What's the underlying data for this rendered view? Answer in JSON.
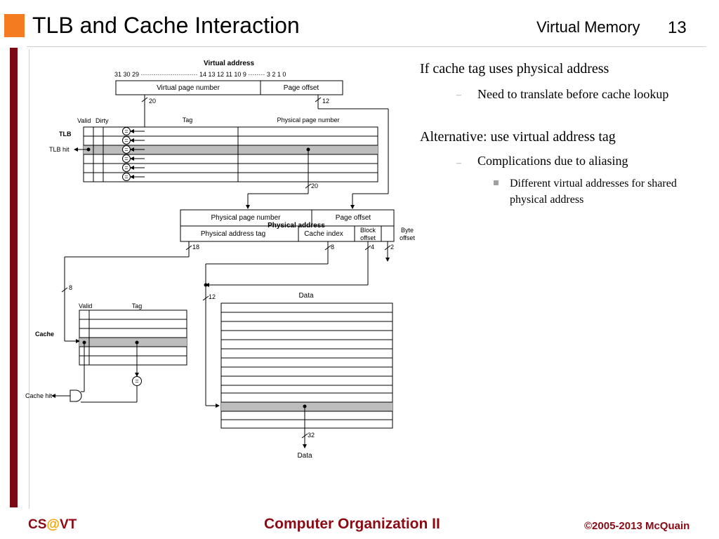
{
  "slide": {
    "title": "TLB and Cache Interaction",
    "section": "Virtual Memory",
    "page": "13"
  },
  "bullets": {
    "b1": "If cache tag uses physical address",
    "b1_1": "Need to translate before cache lookup",
    "b2": "Alternative: use virtual address tag",
    "b2_1": "Complications due to aliasing",
    "b2_1_1": "Different virtual addresses for shared physical address",
    "dash": "–"
  },
  "footer": {
    "left_a": "CS",
    "left_at": "@",
    "left_b": "VT",
    "center": "Computer Organization II",
    "right": "©2005-2013 McQuain"
  },
  "diagram": {
    "va_title": "Virtual address",
    "va_bits": "31  30  29 ··························· 14  13  12  11  10  9 ········ 3  2  1  0",
    "vpn": "Virtual page number",
    "page_offset": "Page offset",
    "w20": "20",
    "w12": "12",
    "w20b": "20",
    "w18": "18",
    "w8": "8",
    "w4": "4",
    "w2": "2",
    "w8b": "8",
    "w12b": "12",
    "w32": "32",
    "valid": "Valid",
    "dirty": "Dirty",
    "tag": "Tag",
    "ppn": "Physical page number",
    "tlb": "TLB",
    "tlb_hit": "TLB hit",
    "pa_ppn": "Physical page number",
    "pa_offset": "Page offset",
    "pa_title": "Physical address",
    "pa_tag": "Physical address tag",
    "cache_index": "Cache index",
    "block": "Block",
    "offset": "offset",
    "byte": "Byte",
    "byte_offset": "offset",
    "c_valid": "Valid",
    "c_tag": "Tag",
    "cache": "Cache",
    "cache_hit": "Cache hit",
    "data_head": "Data",
    "data_out": "Data",
    "eq": "="
  }
}
